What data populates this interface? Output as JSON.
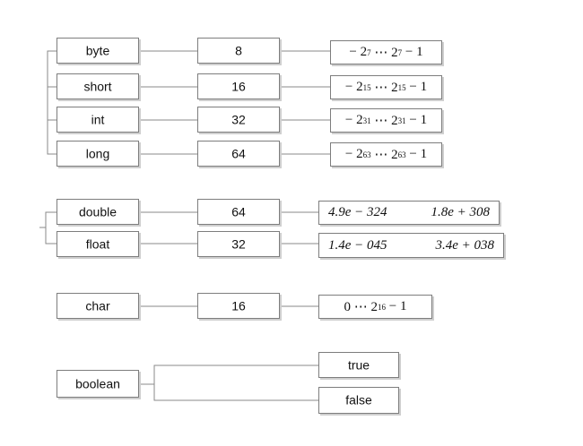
{
  "groups": [
    {
      "rows": [
        {
          "type": "byte",
          "bits": "8",
          "range": {
            "neg_exp": "7",
            "pos_exp": "7"
          }
        },
        {
          "type": "short",
          "bits": "16",
          "range": {
            "neg_exp": "15",
            "pos_exp": "15"
          }
        },
        {
          "type": "int",
          "bits": "32",
          "range": {
            "neg_exp": "31",
            "pos_exp": "31"
          }
        },
        {
          "type": "long",
          "bits": "64",
          "range": {
            "neg_exp": "63",
            "pos_exp": "63"
          }
        }
      ]
    },
    {
      "rows": [
        {
          "type": "double",
          "bits": "64",
          "min": "4.9e − 324",
          "max": "1.8e + 308"
        },
        {
          "type": "float",
          "bits": "32",
          "min": "1.4e − 045",
          "max": "3.4e + 038"
        }
      ]
    },
    {
      "rows": [
        {
          "type": "char",
          "bits": "16",
          "range": {
            "exp": "16"
          }
        }
      ]
    }
  ],
  "boolean": {
    "type": "boolean",
    "values": [
      "true",
      "false"
    ]
  }
}
